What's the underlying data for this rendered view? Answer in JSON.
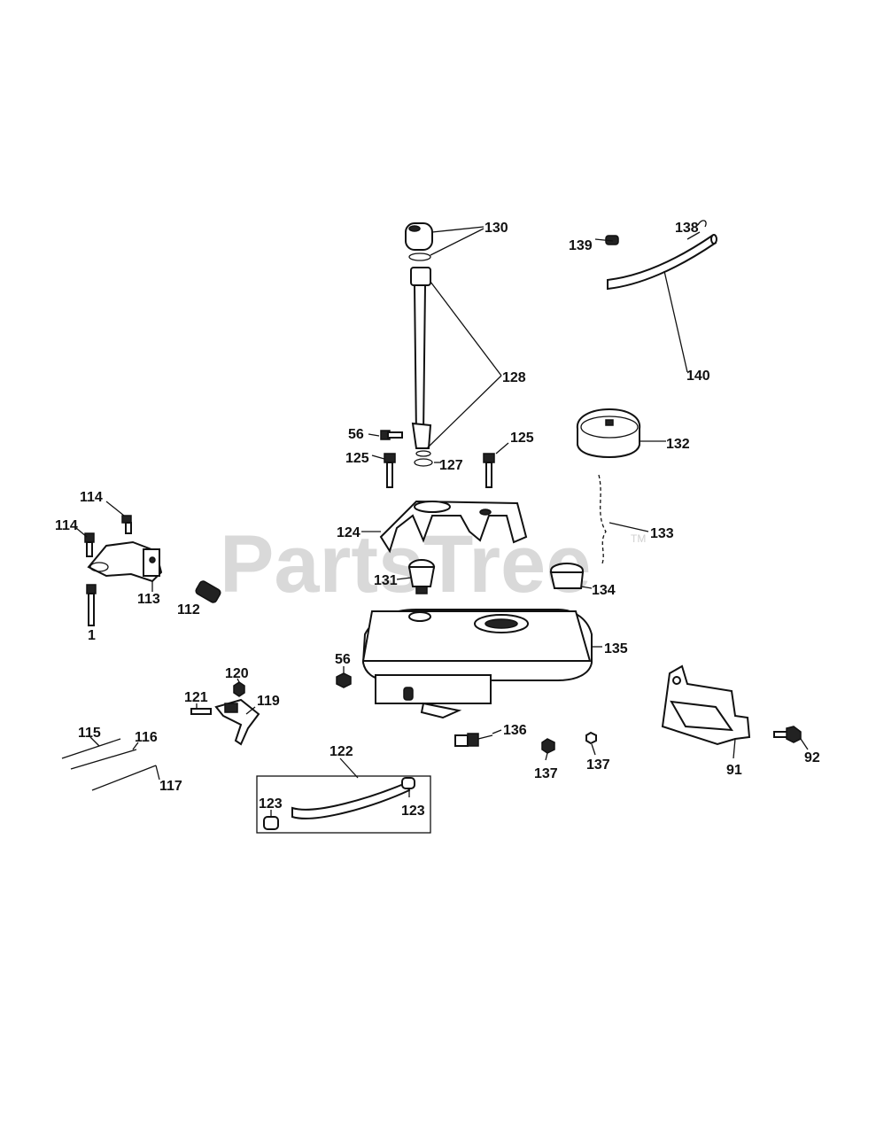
{
  "watermark": {
    "text": "PartsTree",
    "trademark": "TM"
  },
  "callouts": {
    "c130": "130",
    "c128": "128",
    "c138": "138",
    "c139": "139",
    "c140": "140",
    "c56a": "56",
    "c125a": "125",
    "c127": "127",
    "c125b": "125",
    "c132": "132",
    "c114a": "114",
    "c114b": "114",
    "c124": "124",
    "c133": "133",
    "c113": "113",
    "c112": "112",
    "c1": "1",
    "c131": "131",
    "c134": "134",
    "c135": "135",
    "c56b": "56",
    "c120": "120",
    "c121": "121",
    "c119": "119",
    "c115": "115",
    "c116": "116",
    "c136": "136",
    "c117": "117",
    "c137a": "137",
    "c137b": "137",
    "c91": "91",
    "c92": "92",
    "c122": "122",
    "c123a": "123",
    "c123b": "123"
  }
}
